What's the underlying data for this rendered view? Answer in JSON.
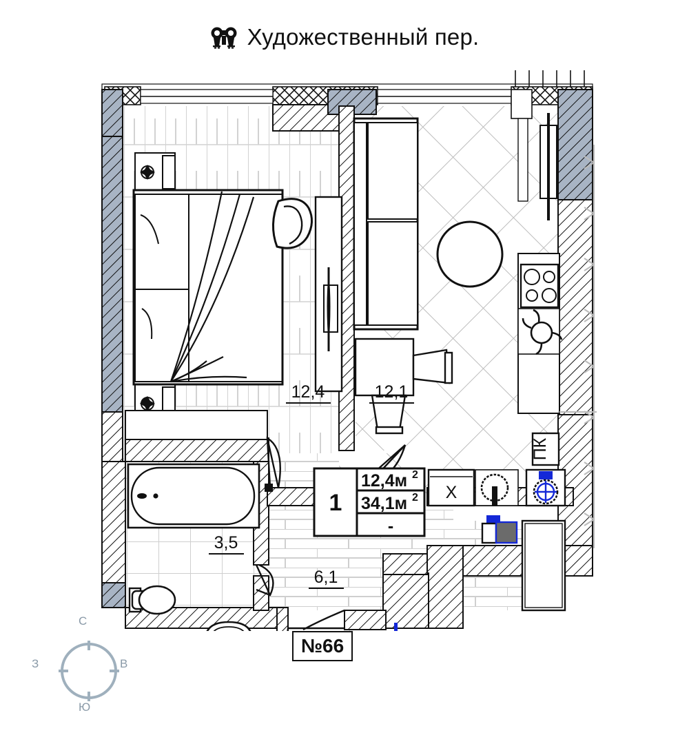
{
  "header": {
    "title": "Художественный пер.",
    "icon": "binoculars-icon"
  },
  "plan": {
    "apartment_badge": "№66",
    "info_box": {
      "rooms": "1",
      "living_area": "12,4м",
      "living_area_sup": "2",
      "total_area": "34,1м",
      "total_area_sup": "2",
      "extra": "-"
    },
    "rooms": [
      {
        "name": "bedroom",
        "area": "12,4"
      },
      {
        "name": "living-room",
        "area": "12,1"
      },
      {
        "name": "bathroom",
        "area": "3,5"
      },
      {
        "name": "hall",
        "area": "6,1"
      }
    ],
    "appliances": {
      "fridge": "X",
      "riser": "ПК"
    }
  },
  "compass": {
    "north": "С",
    "west": "З",
    "east": "В",
    "south": "Ю"
  },
  "colors": {
    "ink": "#111111",
    "wall_fill": "#a8b4c4",
    "floor_line": "#c9c9c9",
    "accent_blue": "#1428d7",
    "compass": "#8a9aa8"
  }
}
